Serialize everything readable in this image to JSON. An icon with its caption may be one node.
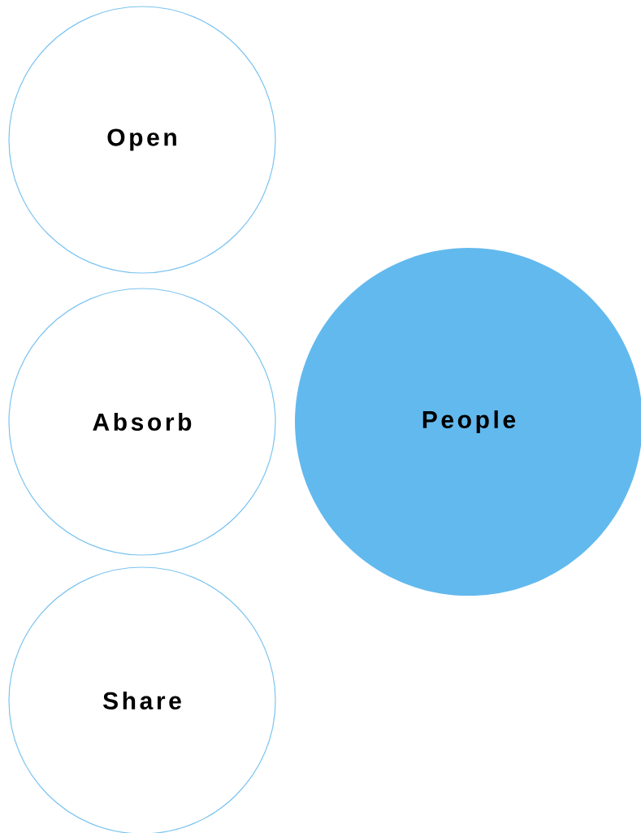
{
  "diagram": {
    "nodes": [
      {
        "text": [
          "Open"
        ]
      },
      {
        "text": [
          "Absorb"
        ]
      },
      {
        "text": [
          "Share"
        ]
      },
      {
        "text": [
          "People"
        ]
      }
    ]
  }
}
